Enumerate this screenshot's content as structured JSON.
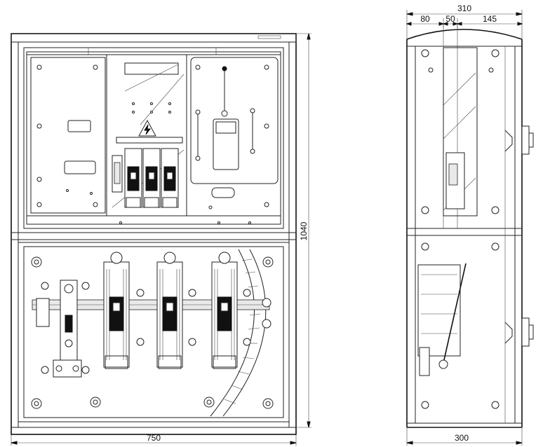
{
  "dimensions": {
    "front_width": "750",
    "front_height": "1040",
    "side_top_total": "310",
    "side_top_a": "80",
    "side_top_b": "50",
    "side_top_c": "145",
    "side_bottom": "300"
  },
  "colors": {
    "line": "#222222",
    "background": "#ffffff",
    "rail": "#e9e9e9"
  },
  "icons": {
    "warning": "high-voltage-warning-icon"
  }
}
